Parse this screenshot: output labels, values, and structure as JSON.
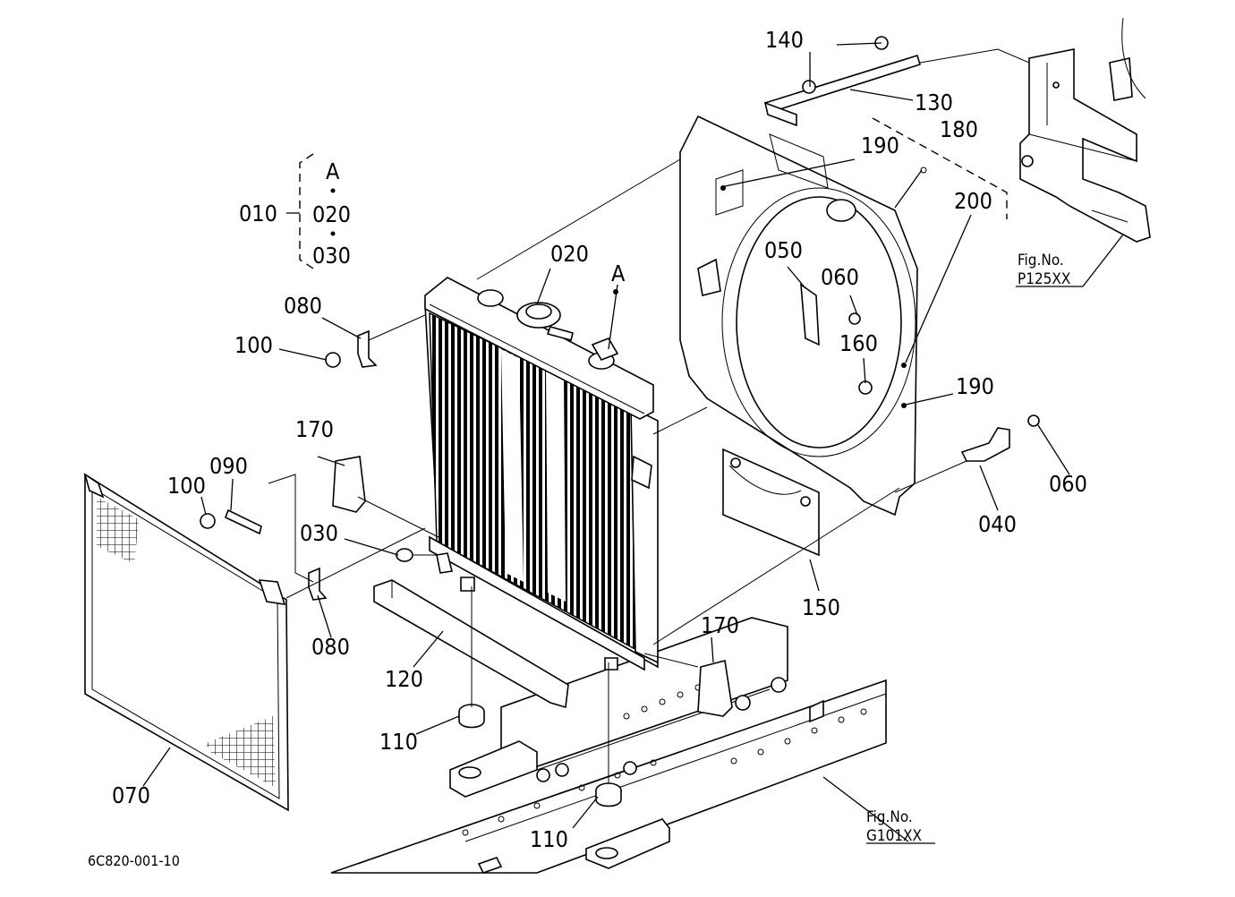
{
  "callouts": {
    "c010": "010",
    "grpA": "A",
    "grp020": "020",
    "grp030": "030",
    "c020": "020",
    "cA": "A",
    "c080a": "080",
    "c100a": "100",
    "c170a": "170",
    "c100b": "100",
    "c090": "090",
    "c030": "030",
    "c080b": "080",
    "c120": "120",
    "c110a": "110",
    "c110b": "110",
    "c070": "070",
    "c140": "140",
    "c130": "130",
    "c180": "180",
    "c190a": "190",
    "c200": "200",
    "c050": "050",
    "c060a": "060",
    "c160": "160",
    "c190b": "190",
    "c060b": "060",
    "c040": "040",
    "c150": "150",
    "c170b": "170"
  },
  "references": {
    "p125_title": "Fig.No.",
    "p125_code": "P125XX",
    "g101_title": "Fig.No.",
    "g101_code": "G101XX"
  },
  "diagram_id": "6C820-001-10"
}
